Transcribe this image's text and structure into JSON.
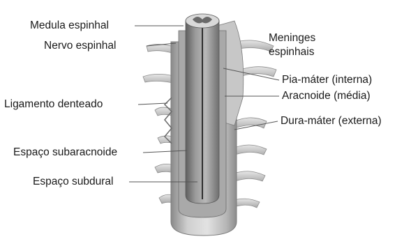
{
  "labels": {
    "medula_espinhal": "Medula espinhal",
    "nervo_espinhal": "Nervo espinhal",
    "ligamento_denteado": "Ligamento denteado",
    "espaco_subaracnoide": "Espaço subaracnoide",
    "espaco_subdural": "Espaço subdural",
    "meninges_line1": "Meninges",
    "meninges_line2": "espinhais",
    "pia_mater": "Pia-máter (interna)",
    "aracnoide": "Aracnoide (média)",
    "dura_mater": "Dura-máter (externa)"
  },
  "colors": {
    "outer_tube": "#b9b9b9",
    "inner_cord": "#8e8e8e",
    "dark_cord": "#5d5d5d",
    "nerve": "#cfcfcf",
    "leader": "#555555"
  }
}
